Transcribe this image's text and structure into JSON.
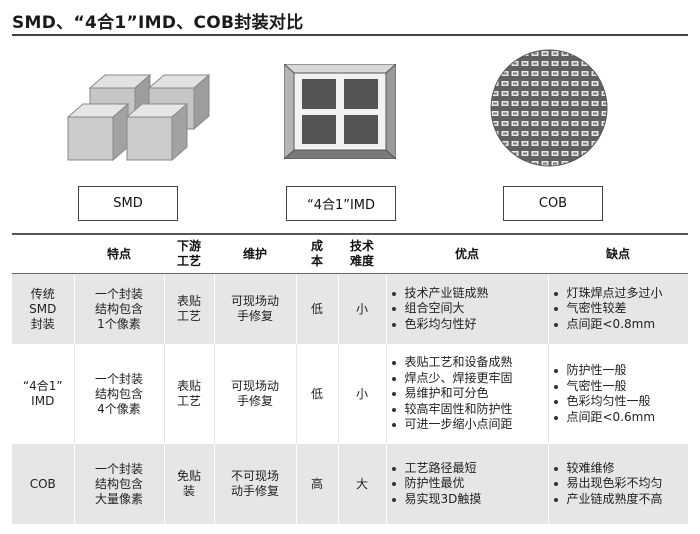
{
  "header": {
    "title": "SMD、“4合1”IMD、COB封装对比"
  },
  "labels": {
    "smd": "SMD",
    "imd": "“4合1”IMD",
    "cob": "COB"
  },
  "table": {
    "headers": {
      "name": "",
      "features": "特点",
      "process": "下游\n工艺",
      "maintenance": "维护",
      "cost": "成\n本",
      "difficulty": "技术\n难度",
      "pros": "优点",
      "cons": "缺点"
    },
    "rows": [
      {
        "name": "传统\nSMD\n封装",
        "features": "一个封装\n结构包含\n1个像素",
        "process": "表贴\n工艺",
        "maintenance": "可现场动\n手修复",
        "cost": "低",
        "difficulty": "小",
        "pros": [
          "技术产业链成熟",
          "组合空间大",
          "色彩均匀性好"
        ],
        "cons": [
          "灯珠焊点过多过小",
          "气密性较差",
          "点间距<0.8mm"
        ]
      },
      {
        "name": "“4合1”\nIMD",
        "features": "一个封装\n结构包含\n4个像素",
        "process": "表贴\n工艺",
        "maintenance": "可现场动\n手修复",
        "cost": "低",
        "difficulty": "小",
        "pros": [
          "表贴工艺和设备成熟",
          "焊点少、焊接更牢固",
          "易维护和可分色",
          "较高牢固性和防护性",
          "可进一步缩小点间距"
        ],
        "cons": [
          "防护性一般",
          "气密性一般",
          "色彩均匀性一般",
          "点间距<0.6mm"
        ]
      },
      {
        "name": "COB",
        "features": "一个封装\n结构包含\n大量像素",
        "process": "免贴\n装",
        "maintenance": "不可现场\n动手修复",
        "cost": "高",
        "difficulty": "大",
        "pros": [
          "工艺路径最短",
          "防护性最优",
          "易实现3D触摸"
        ],
        "cons": [
          "较难维修",
          "易出现色彩不均匀",
          "产业链成熟度不高"
        ]
      }
    ]
  }
}
